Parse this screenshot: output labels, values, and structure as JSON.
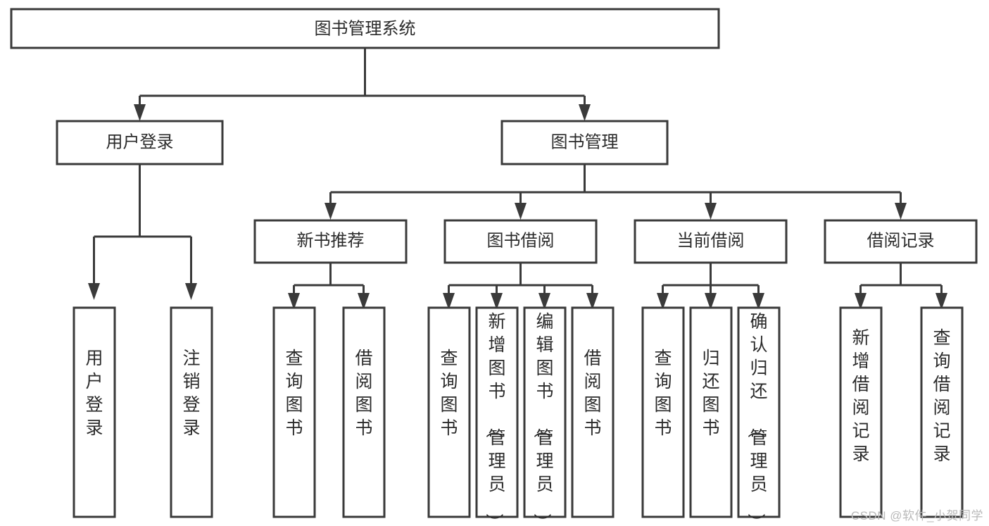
{
  "diagram": {
    "type": "tree",
    "title": "图书管理系统",
    "orientation": "top-down",
    "watermark": "CSDN @软件_小贺同学",
    "colors": {
      "stroke": "#3a3a3a",
      "fill": "#ffffff",
      "text": "#2b2b2b",
      "background": "#ffffff",
      "watermark": "#b9b9b9"
    },
    "root": {
      "id": "root",
      "label": "图书管理系统"
    },
    "level2": [
      {
        "id": "user-login",
        "label": "用户登录"
      },
      {
        "id": "book-manage",
        "label": "图书管理"
      }
    ],
    "level3": [
      {
        "id": "new-book-recommend",
        "label": "新书推荐",
        "parent": "book-manage"
      },
      {
        "id": "book-borrow",
        "label": "图书借阅",
        "parent": "book-manage"
      },
      {
        "id": "current-borrow",
        "label": "当前借阅",
        "parent": "book-manage"
      },
      {
        "id": "borrow-record",
        "label": "借阅记录",
        "parent": "book-manage"
      }
    ],
    "leaves": [
      {
        "id": "leaf-user-login",
        "label": "用户登录",
        "parent": "user-login"
      },
      {
        "id": "leaf-logout",
        "label": "注销登录",
        "parent": "user-login"
      },
      {
        "id": "leaf-query-book-1",
        "label": "查询图书",
        "parent": "new-book-recommend"
      },
      {
        "id": "leaf-borrow-book-1",
        "label": "借阅图书",
        "parent": "new-book-recommend"
      },
      {
        "id": "leaf-query-book-2",
        "label": "查询图书",
        "parent": "book-borrow"
      },
      {
        "id": "leaf-add-book",
        "label": "新增图书（管理员）",
        "parent": "book-borrow"
      },
      {
        "id": "leaf-edit-book",
        "label": "编辑图书（管理员）",
        "parent": "book-borrow"
      },
      {
        "id": "leaf-borrow-book-2",
        "label": "借阅图书",
        "parent": "book-borrow"
      },
      {
        "id": "leaf-query-book-3",
        "label": "查询图书",
        "parent": "current-borrow"
      },
      {
        "id": "leaf-return-book",
        "label": "归还图书",
        "parent": "current-borrow"
      },
      {
        "id": "leaf-confirm-return",
        "label": "确认归还（管理员）",
        "parent": "current-borrow"
      },
      {
        "id": "leaf-add-record",
        "label": "新增借阅记录",
        "parent": "borrow-record"
      },
      {
        "id": "leaf-query-record",
        "label": "查询借阅记录",
        "parent": "borrow-record"
      }
    ]
  }
}
